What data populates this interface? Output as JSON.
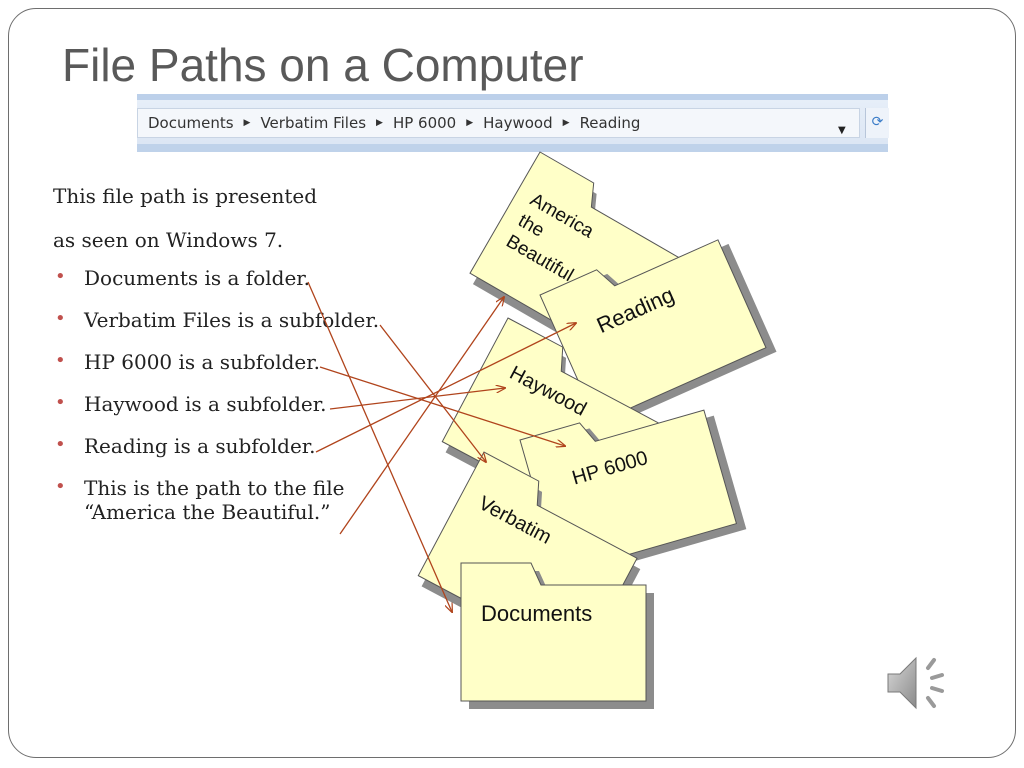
{
  "slide": {
    "title": "File Paths on a Computer"
  },
  "address_bar": {
    "crumbs": [
      "Documents",
      "Verbatim Files",
      "HP 6000",
      "Haywood",
      "Reading"
    ]
  },
  "body": {
    "intro_line1": "This file path is presented",
    "intro_line2": " as seen on Windows 7.",
    "bullets": [
      "Documents is a folder.",
      "Verbatim Files is a subfolder.",
      "HP 6000 is a subfolder.",
      "Haywood is a subfolder.",
      "Reading is a subfolder.",
      "This is the path to the file",
      "“America the Beautiful.”"
    ]
  },
  "folders": {
    "america_line1": "America",
    "america_line2": "the",
    "america_line3": "Beautiful",
    "reading": "Reading",
    "haywood": "Haywood",
    "hp6000": "HP 6000",
    "verbatim": "Verbatim",
    "documents": "Documents"
  },
  "colors": {
    "folder_fill": "#ffffc8",
    "folder_shadow": "#8c8c8c",
    "arrow": "#b0441c",
    "bullet": "#c0504d",
    "title": "#595959"
  },
  "icons": {
    "speaker": "speaker-icon",
    "breadcrumb_separator": "triangle-right-icon",
    "dropdown": "chevron-down-icon",
    "refresh": "refresh-icon"
  }
}
